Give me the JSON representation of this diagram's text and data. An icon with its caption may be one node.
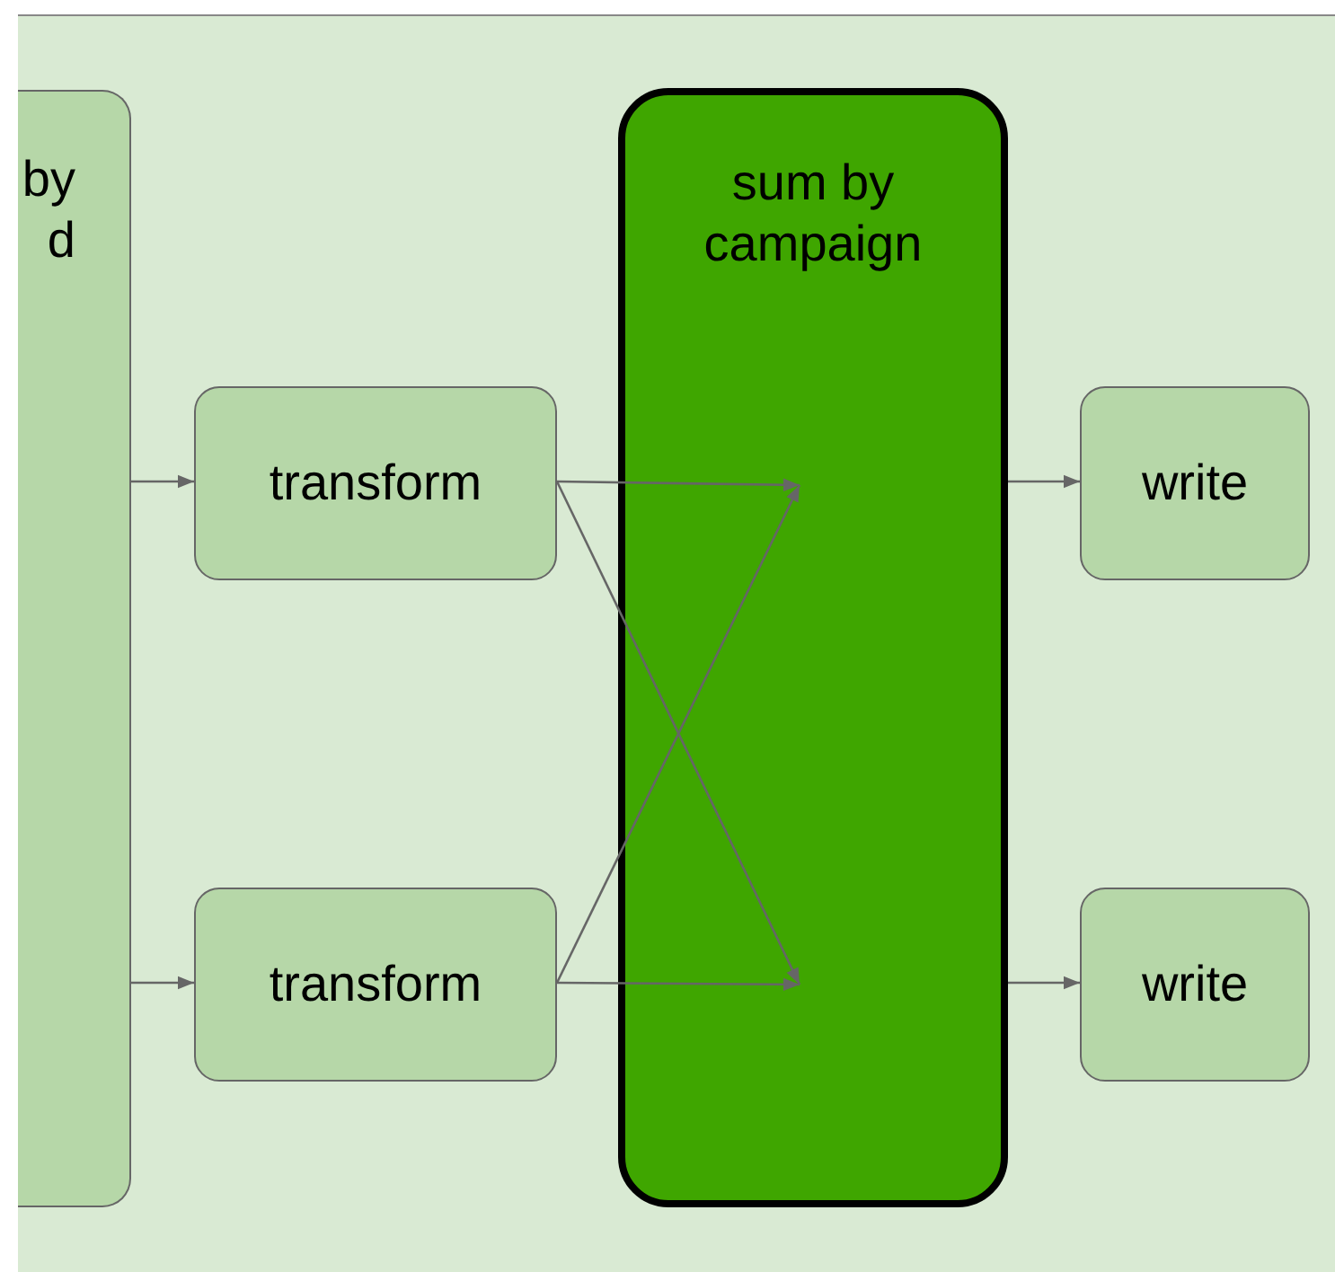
{
  "diagram": {
    "nodes": [
      {
        "text": [
          "by d"
        ]
      },
      {
        "text": [
          "transform"
        ]
      },
      {
        "text": [
          "transform"
        ]
      },
      {
        "text": [
          "sum by campaign"
        ]
      },
      {
        "text": [
          "write"
        ]
      },
      {
        "text": [
          "write"
        ]
      }
    ],
    "edges": [
      {
        "from": 0,
        "to": 1,
        "arrow": "to"
      },
      {
        "from": 0,
        "to": 2,
        "arrow": "to"
      },
      {
        "from": 1,
        "to": 3,
        "arrow": "to"
      },
      {
        "from": 1,
        "to": 3,
        "arrow": "to"
      },
      {
        "from": 2,
        "to": 3,
        "arrow": "to"
      },
      {
        "from": 2,
        "to": 3,
        "arrow": "to"
      },
      {
        "from": 3,
        "to": 4,
        "arrow": "to"
      },
      {
        "from": 3,
        "to": 5,
        "arrow": "to"
      }
    ]
  }
}
